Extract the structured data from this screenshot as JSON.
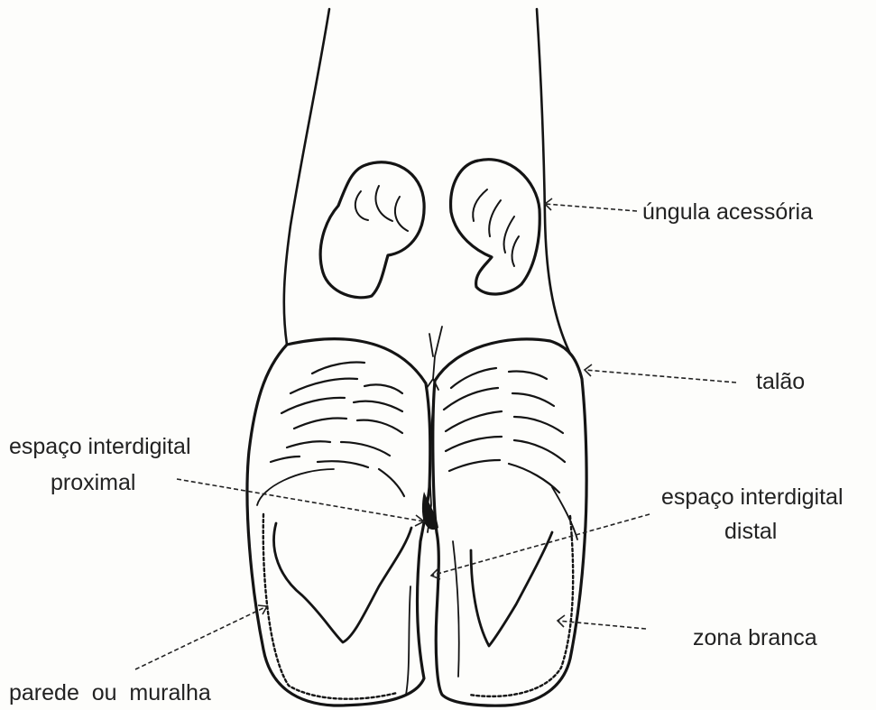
{
  "labels": {
    "ungula": "úngula acessória",
    "talao": "talão",
    "espaco_proximal_line1": "espaço interdigital",
    "espaco_proximal_line2": "proximal",
    "espaco_distal_line1": "espaço interdigital",
    "espaco_distal_line2": "distal",
    "zona_branca": "zona branca",
    "parede": "parede  ou  muralha"
  },
  "colors": {
    "ink": "#141414",
    "paper": "#fdfdfb"
  }
}
